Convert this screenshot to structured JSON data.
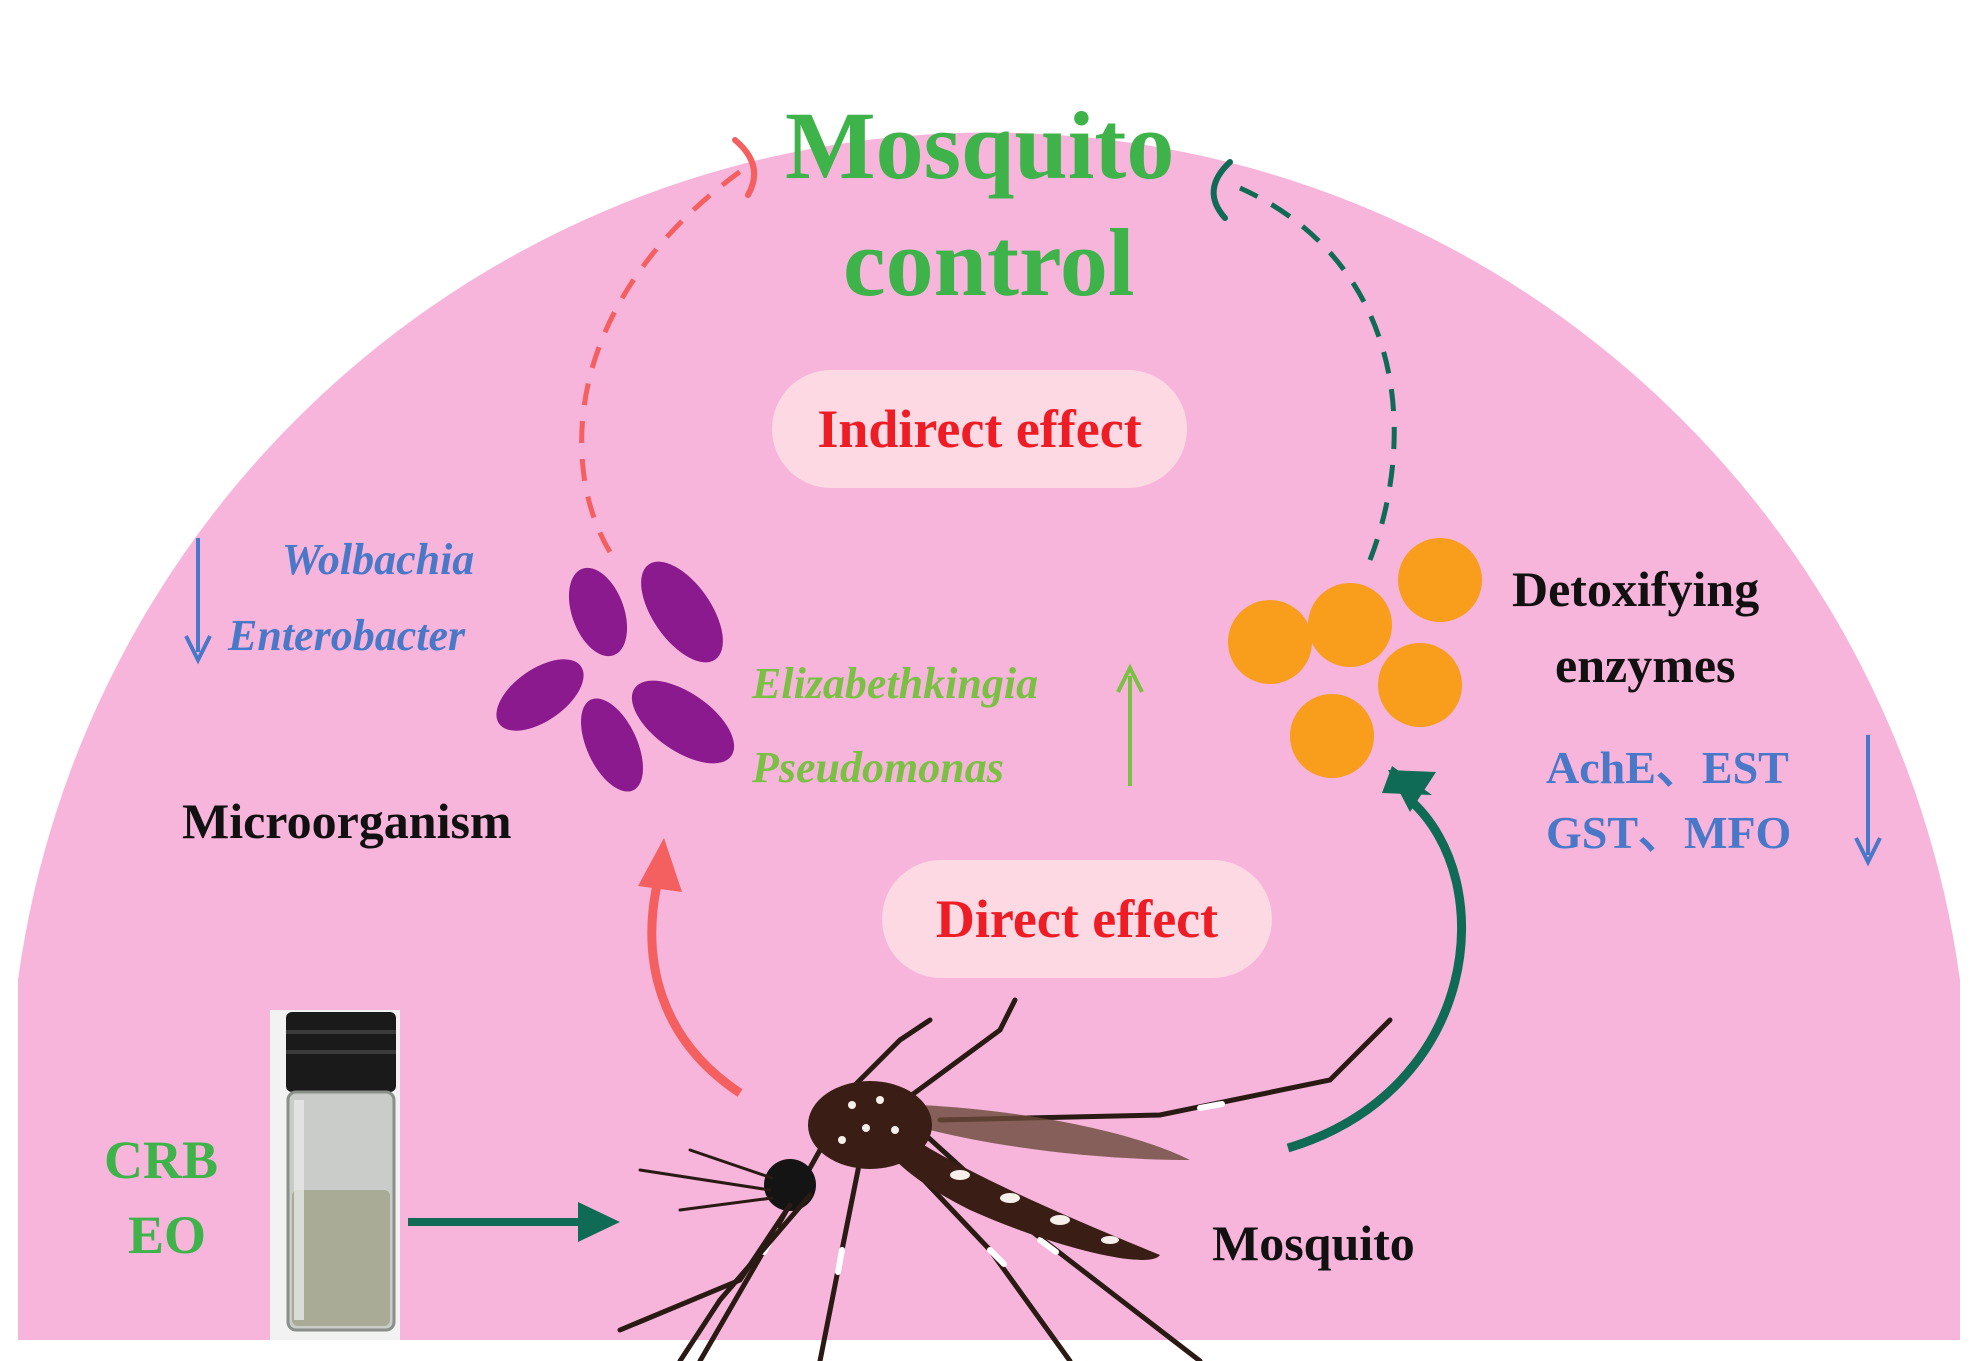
{
  "title": {
    "line1": "Mosquito",
    "line2": "control"
  },
  "indirect_effect": "Indirect effect",
  "direct_effect": "Direct effect",
  "microorganism": {
    "label": "Microorganism",
    "decreased": [
      "Wolbachia",
      "Enterobacter"
    ],
    "increased": [
      "Elizabethkingia",
      "Pseudomonas"
    ]
  },
  "detox": {
    "label_line1": "Detoxifying",
    "label_line2": "enzymes",
    "enzymes_line1": "AchE、EST",
    "enzymes_line2": "GST、MFO"
  },
  "mosquito_label": "Mosquito",
  "oil": {
    "line1": "CRB",
    "line2": "EO"
  },
  "icons": [
    "down-arrow-icon",
    "up-arrow-icon",
    "bacteria-icon",
    "enzyme-icon",
    "vial-icon",
    "mosquito-icon",
    "inhibition-icon"
  ],
  "colors": {
    "background_dome": "#f7b5db",
    "title_green": "#3db34a",
    "effect_red": "#ee1c25",
    "pill_fill": "#fcd9e3",
    "microbe_purple": "#8b1a8e",
    "enzyme_orange": "#f99d1c",
    "blue_text": "#4a78c8",
    "light_green": "#7ac143",
    "salmon_arrow": "#f4605f",
    "teal_arrow": "#0f6b55"
  }
}
